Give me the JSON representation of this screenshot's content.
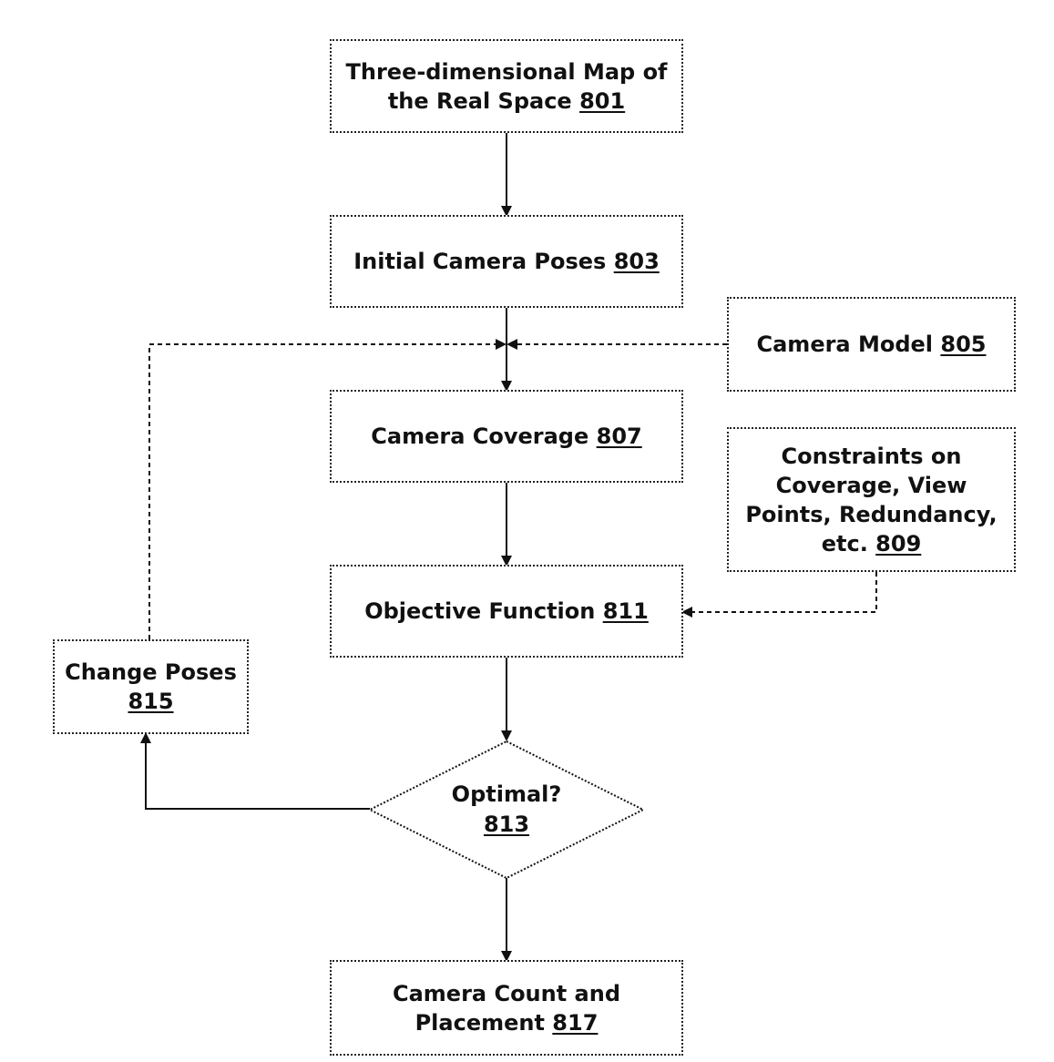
{
  "nodes": {
    "map": {
      "line1": "Three-dimensional Map of",
      "line2": "the Real Space ",
      "ref": "801"
    },
    "initial_poses": {
      "line1": "Initial Camera Poses ",
      "ref": "803"
    },
    "camera_model": {
      "line1": "Camera Model ",
      "ref": "805"
    },
    "coverage": {
      "line1": "Camera Coverage ",
      "ref": "807"
    },
    "constraints": {
      "line1": "Constraints on",
      "line2": "Coverage, View",
      "line3": "Points, Redundancy,",
      "line4": "etc. ",
      "ref": "809"
    },
    "objective": {
      "line1": "Objective Function ",
      "ref": "811"
    },
    "optimal": {
      "line1": "Optimal?",
      "ref": "813"
    },
    "change_poses": {
      "line1": "Change Poses",
      "ref": "815"
    },
    "output": {
      "line1": "Camera Count and",
      "line2": "Placement ",
      "ref": "817"
    }
  }
}
